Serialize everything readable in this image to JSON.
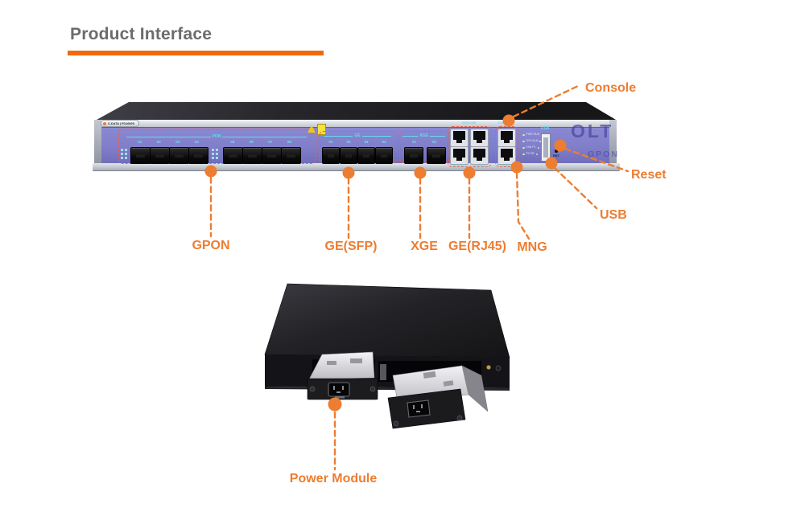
{
  "title": {
    "text": "Product Interface"
  },
  "device": {
    "logo": "C-DATA | FD1600S",
    "brand": "OLT",
    "brand_sub": "GPON",
    "pon_bracket": "PON",
    "ge_bracket": "GE",
    "xge_bracket": "XGE",
    "rj45_top_label": "GE(RJ45)",
    "console_label": "CONSOLE",
    "mgmt_label": "MGMT",
    "usb_label": "USB",
    "rst_label": "RST",
    "gpon_port_numbers": [
      "01",
      "02",
      "03",
      "04",
      "05",
      "06",
      "07",
      "08"
    ],
    "ge_port_numbers": [
      "01",
      "02",
      "03",
      "04"
    ],
    "xge_port_numbers": [
      "01",
      "02"
    ],
    "rj45_bottom_labels": [
      "GE1/GE2",
      "GE3/GE4"
    ],
    "led_rows": [
      "PWR RUN",
      "SYS ALM",
      "FAN P1",
      "P2 GE"
    ]
  },
  "callouts": {
    "console": "Console",
    "reset": "Reset",
    "usb": "USB",
    "gpon": "GPON",
    "ge_sfp": "GE(SFP)",
    "xge": "XGE",
    "ge_rj45": "GE(RJ45)",
    "mng": "MNG",
    "power_module": "Power Module"
  },
  "colors": {
    "accent_orange": "#ED7D31",
    "underline_orange": "#F2690D",
    "title_gray": "#6B6B6B",
    "faceplate_purple": "#8280CB",
    "port_label_cyan": "#62DDE8",
    "section_outline": "#E8604C"
  }
}
